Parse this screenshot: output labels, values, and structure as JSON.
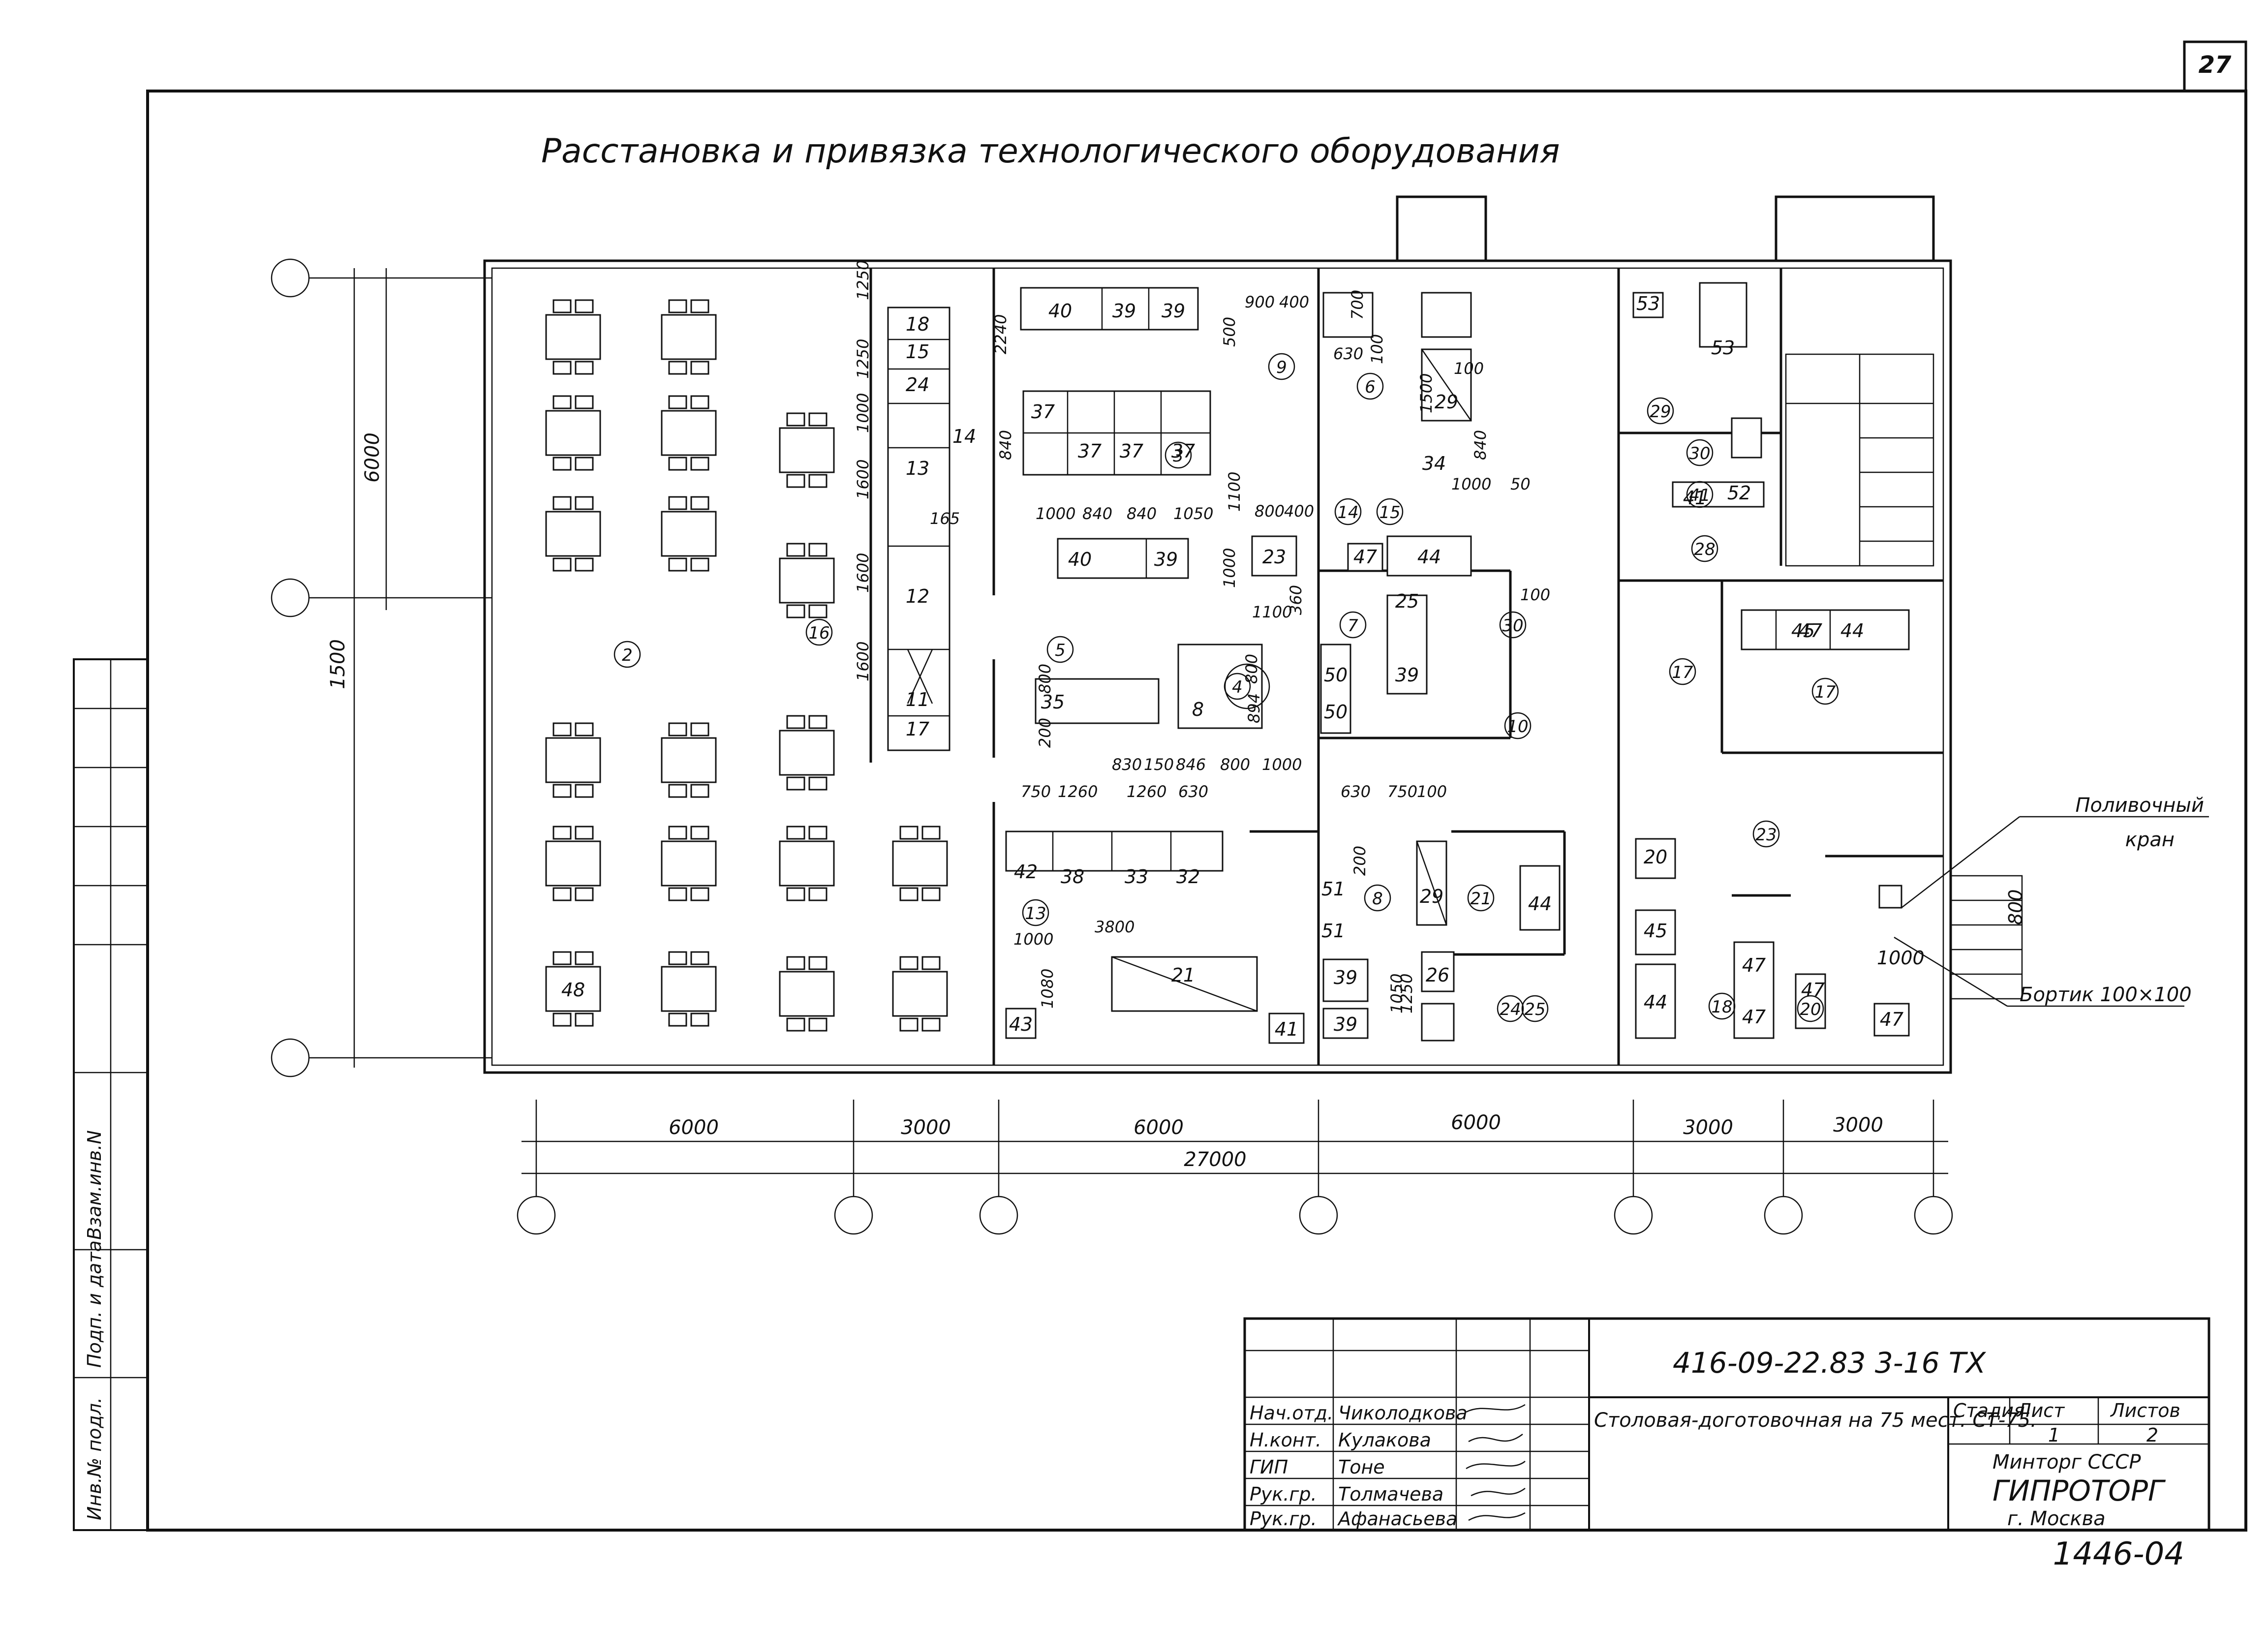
{
  "sheet_number": "27",
  "title": "Расстановка и привязка технологического оборудования",
  "axis_dimensions": {
    "spans": [
      "6000",
      "3000",
      "6000",
      "6000",
      "3000",
      "3000"
    ],
    "total": "27000",
    "left_top": "6000",
    "left_total": "1500"
  },
  "callouts": {
    "watering_tap": [
      "Поливочный",
      "кран"
    ],
    "curb": "Бортик 100×100",
    "curb_dim": "800",
    "curb_dim2": "1000"
  },
  "room_numbers": [
    "2",
    "3",
    "4",
    "5",
    "6",
    "7",
    "8",
    "9",
    "10",
    "13",
    "14",
    "15",
    "16",
    "17",
    "17",
    "18",
    "20",
    "21",
    "23",
    "24",
    "25",
    "28",
    "29",
    "30",
    "30",
    "41"
  ],
  "equipment_labels": [
    "40",
    "39",
    "39",
    "18",
    "15",
    "24",
    "14",
    "13",
    "12",
    "11",
    "17",
    "37",
    "37",
    "37",
    "37",
    "40",
    "39",
    "23",
    "47",
    "44",
    "35",
    "8",
    "42",
    "38",
    "33",
    "32",
    "21",
    "43",
    "41",
    "39",
    "39",
    "26",
    "51",
    "51",
    "29",
    "44",
    "20",
    "45",
    "44",
    "47",
    "47",
    "47",
    "47",
    "45",
    "44",
    "47",
    "53",
    "53",
    "41",
    "52",
    "34",
    "29",
    "50",
    "50",
    "39",
    "25",
    "48"
  ],
  "plan_dimensions": [
    "1250",
    "1250",
    "1000",
    "1600",
    "1600",
    "1600",
    "2240",
    "840",
    "1000",
    "840",
    "840",
    "1050",
    "1100",
    "800",
    "400",
    "1000",
    "800",
    "200",
    "830",
    "150",
    "846",
    "800",
    "1000",
    "750",
    "1260",
    "1260",
    "630",
    "3800",
    "1000",
    "1080",
    "630",
    "750",
    "100",
    "1000",
    "50",
    "840",
    "500",
    "900",
    "400",
    "630",
    "700",
    "100",
    "1500",
    "100",
    "1050",
    "1250",
    "165",
    "360",
    "100",
    "1100",
    "800",
    "894",
    "200"
  ],
  "title_block": {
    "code": "416-09-22.83  3-16 ТХ",
    "name": "Столовая-доготовочная на 75 мест. СТ-75.",
    "headers": {
      "stage": "Стадия",
      "sheet": "Лист",
      "sheets": "Листов"
    },
    "sheet_value": "1",
    "sheets_value": "2",
    "org": [
      "Минторг СССР",
      "ГИПРОТОРГ",
      "г. Москва"
    ],
    "roles": [
      "Нач.отд.",
      "Н.конт.",
      "ГИП",
      "Рук.гр.",
      "Рук.гр."
    ],
    "people": [
      "Чиколодкова",
      "Кулакова",
      "Тоне",
      "Толмачева",
      "Афанасьева"
    ]
  },
  "side_stamp": [
    "Инв.№ подл.",
    "Подп. и дата",
    "Взам.инв.N"
  ],
  "bottom_code": "1446-04"
}
